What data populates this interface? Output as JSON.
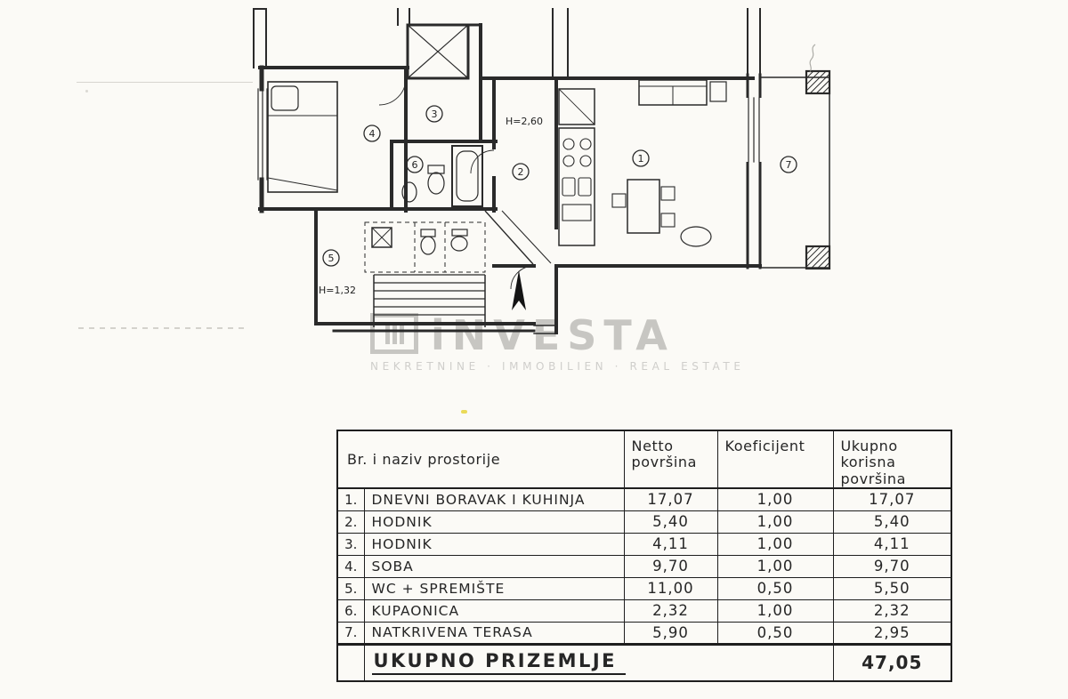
{
  "scan": {
    "paper_color": "#fbfaf6",
    "ink_color": "#2a2a2a",
    "watermark_color": "#c7c6c2"
  },
  "floorplan": {
    "rooms": [
      {
        "num": "1"
      },
      {
        "num": "2"
      },
      {
        "num": "3"
      },
      {
        "num": "4"
      },
      {
        "num": "5"
      },
      {
        "num": "6"
      },
      {
        "num": "7"
      }
    ],
    "labels": {
      "ceiling_height": "H=2,60",
      "low_height": "H=1,32"
    },
    "watermark": {
      "brand": "iNVESTA",
      "tagline": "NEKRETNINE · IMMOBILIEN · REAL ESTATE"
    }
  },
  "table": {
    "header": {
      "rooms": "Br. i naziv prostorije",
      "netto": "Netto\npovršina",
      "coefficient": "Koeficijent",
      "total": "Ukupno\nkorisna\npovršina"
    },
    "rows": [
      {
        "num": "1.",
        "name": "DNEVNI BORAVAK I KUHINJA",
        "netto": "17,07",
        "koef": "1,00",
        "ukupno": "17,07"
      },
      {
        "num": "2.",
        "name": "HODNIK",
        "netto": "5,40",
        "koef": "1,00",
        "ukupno": "5,40"
      },
      {
        "num": "3.",
        "name": "HODNIK",
        "netto": "4,11",
        "koef": "1,00",
        "ukupno": "4,11"
      },
      {
        "num": "4.",
        "name": "SOBA",
        "netto": "9,70",
        "koef": "1,00",
        "ukupno": "9,70"
      },
      {
        "num": "5.",
        "name": "WC + SPREMIŠTE",
        "netto": "11,00",
        "koef": "0,50",
        "ukupno": "5,50"
      },
      {
        "num": "6.",
        "name": "KUPAONICA",
        "netto": "2,32",
        "koef": "1,00",
        "ukupno": "2,32"
      },
      {
        "num": "7.",
        "name": "NATKRIVENA TERASA",
        "netto": "5,90",
        "koef": "0,50",
        "ukupno": "2,95"
      }
    ],
    "footer": {
      "label": "UKUPNO PRIZEMLJE",
      "value": "47,05"
    }
  }
}
